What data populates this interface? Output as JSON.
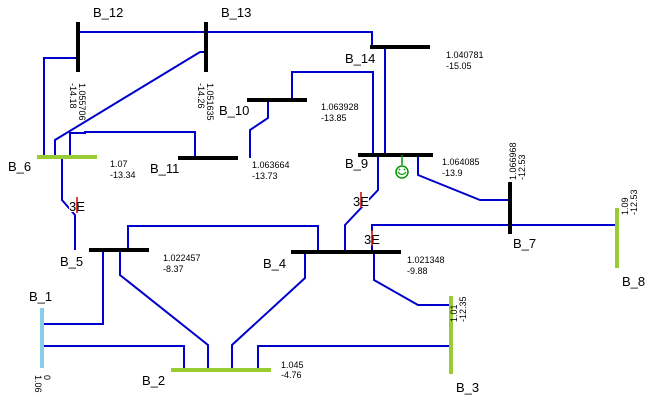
{
  "colors": {
    "line": "#0000cc",
    "bus_black": "#000000",
    "bus_green": "#99cc33",
    "bus_blue": "#87ceeb",
    "transformer": "#cc0000",
    "generator_symbol": "#009900"
  },
  "buses": [
    {
      "id": "b1",
      "name": "B_1",
      "voltage": "1.06",
      "angle": "0"
    },
    {
      "id": "b2",
      "name": "B_2",
      "voltage": "1.045",
      "angle": "-4.76"
    },
    {
      "id": "b3",
      "name": "B_3",
      "voltage": "1.01",
      "angle": "-12.35"
    },
    {
      "id": "b4",
      "name": "B_4",
      "voltage": "1.021348",
      "angle": "-9.88"
    },
    {
      "id": "b5",
      "name": "B_5",
      "voltage": "1.022457",
      "angle": "-8.37"
    },
    {
      "id": "b6",
      "name": "B_6",
      "voltage": "1.07",
      "angle": "-13.34"
    },
    {
      "id": "b7",
      "name": "B_7",
      "voltage": "1.066968",
      "angle": "-12.53"
    },
    {
      "id": "b8",
      "name": "B_8",
      "voltage": "1.09",
      "angle": "-12.53"
    },
    {
      "id": "b9",
      "name": "B_9",
      "voltage": "1.064085",
      "angle": "-13.9"
    },
    {
      "id": "b10",
      "name": "B_10",
      "voltage": "1.063928",
      "angle": "-13.85"
    },
    {
      "id": "b11",
      "name": "B_11",
      "voltage": "1.063664",
      "angle": "-13.73"
    },
    {
      "id": "b12",
      "name": "B_12",
      "voltage": "1.055706",
      "angle": "-14.18"
    },
    {
      "id": "b13",
      "name": "B_13",
      "voltage": "1.051635",
      "angle": "-14.26"
    },
    {
      "id": "b14",
      "name": "B_14",
      "voltage": "1.040781",
      "angle": "-15.05"
    }
  ],
  "transformers": [
    {
      "id": "t56",
      "symbol": "3E"
    },
    {
      "id": "t49",
      "symbol": "3E"
    },
    {
      "id": "t47",
      "symbol": "3E"
    }
  ],
  "generators": [
    {
      "id": "g9",
      "symbol": "☺"
    }
  ]
}
